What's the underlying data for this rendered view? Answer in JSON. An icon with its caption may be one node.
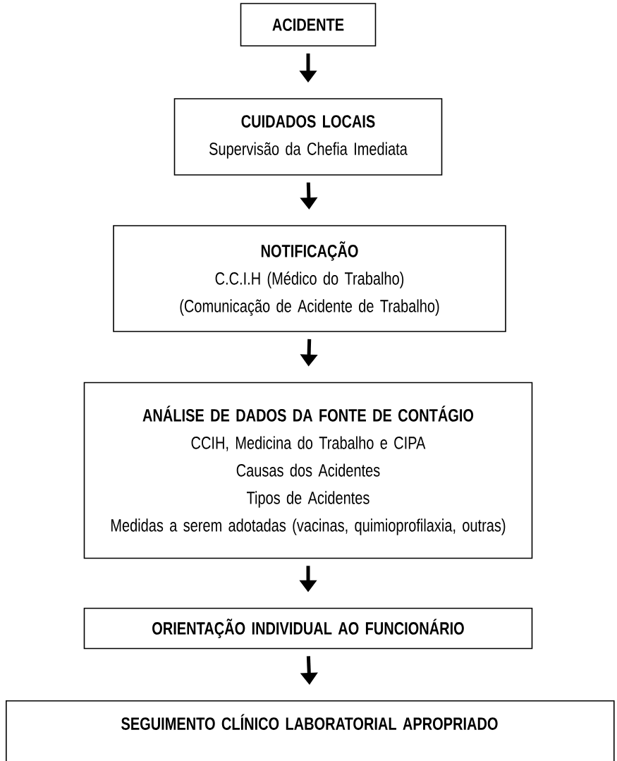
{
  "diagram": {
    "nodes": [
      {
        "text": [
          "ACIDENTE"
        ]
      },
      {
        "text": [
          "CUIDADOS LOCAIS",
          "Supervisão da Chefia Imediata"
        ]
      },
      {
        "text": [
          "NOTIFICAÇÃO",
          "C.C.I.H (Médico do Trabalho)",
          "(Comunicação de Acidente de Trabalho)"
        ]
      },
      {
        "text": [
          "ANÁLISE DE DADOS DA FONTE DE CONTÁGIO",
          "CCIH, Medicina do Trabalho e CIPA",
          "Causas dos Acidentes",
          "Tipos de Acidentes",
          "Medidas a serem adotadas (vacinas, quimioprofilaxia, outras)"
        ]
      },
      {
        "text": [
          "ORIENTAÇÃO INDIVIDUAL AO FUNCIONÁRIO"
        ]
      },
      {
        "text": [
          "SEGUIMENTO CLÍNICO LABORATORIAL APROPRIADO"
        ]
      }
    ],
    "edges": [
      {
        "from": 0,
        "to": 1,
        "arrow": "to"
      },
      {
        "from": 1,
        "to": 2,
        "arrow": "to"
      },
      {
        "from": 2,
        "to": 3,
        "arrow": "to"
      },
      {
        "from": 3,
        "to": 4,
        "arrow": "to"
      },
      {
        "from": 4,
        "to": 5,
        "arrow": "to"
      }
    ]
  }
}
